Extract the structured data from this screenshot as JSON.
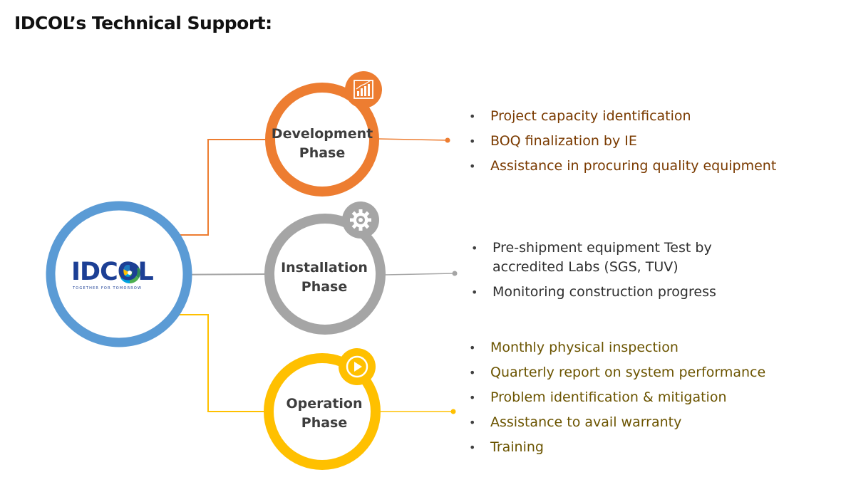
{
  "title": "IDCOL’s Technical Support:",
  "logo": {
    "text": "IDCOL",
    "tagline": "TOGETHER FOR TOMORROW"
  },
  "phases": [
    {
      "name": "Development",
      "line2": "Phase",
      "color": "#ED7D31",
      "icon": "bar-chart-icon",
      "bullets": [
        "Project capacity identification",
        "BOQ finalization by IE",
        "Assistance in procuring quality equipment"
      ]
    },
    {
      "name": "Installation",
      "line2": "Phase",
      "color": "#A5A5A5",
      "icon": "gear-icon",
      "bullets": [
        "Pre-shipment equipment Test by accredited Labs (SGS, TUV)",
        "Monitoring construction progress"
      ]
    },
    {
      "name": "Operation",
      "line2": "Phase",
      "color": "#FFC000",
      "icon": "play-icon",
      "bullets": [
        "Monthly physical inspection",
        "Quarterly report on system performance",
        "Problem identification & mitigation",
        "Assistance to avail warranty",
        "Training"
      ]
    }
  ],
  "colors": {
    "hub": "#5B9BD5",
    "logo_blue": "#1C3F95"
  }
}
